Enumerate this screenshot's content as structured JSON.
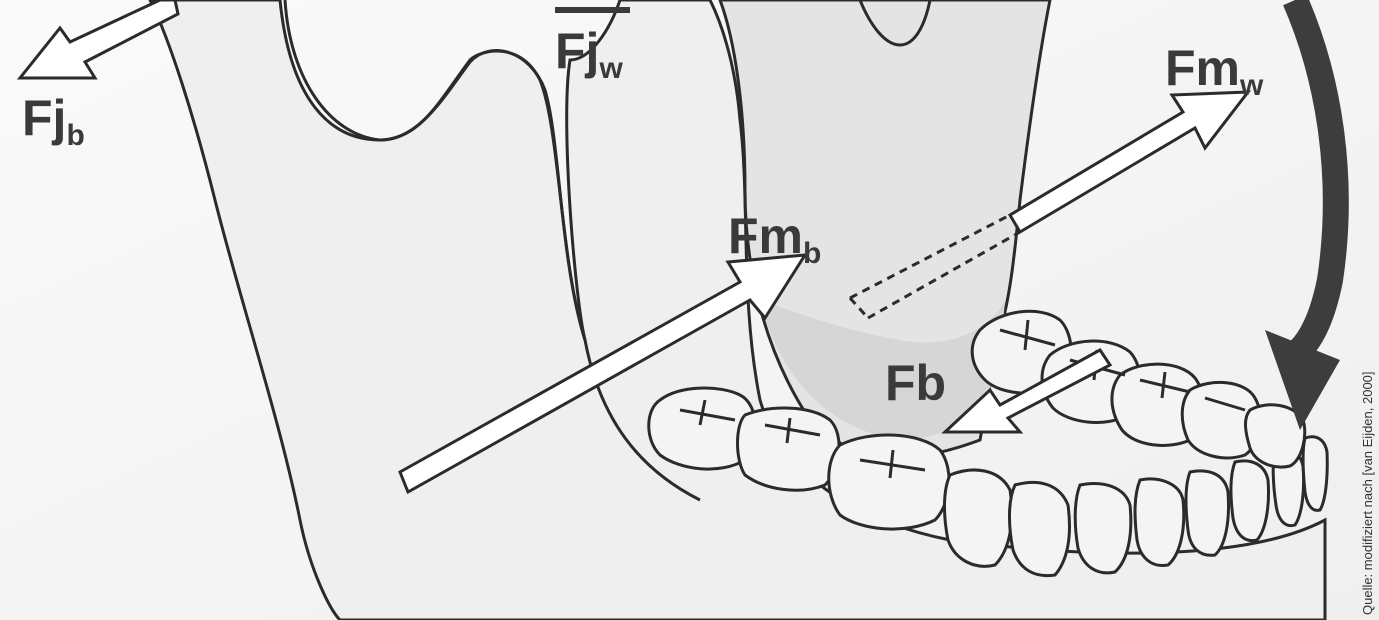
{
  "labels": {
    "fj_w": {
      "main": "Fj",
      "sub": "w"
    },
    "fj_b": {
      "main": "Fj",
      "sub": "b"
    },
    "fm_w": {
      "main": "Fm",
      "sub": "w"
    },
    "fm_b": {
      "main": "Fm",
      "sub": "b"
    },
    "fb": {
      "main": "Fb"
    }
  },
  "credit": "Quelle: modifiziert nach [van Eijden, 2000]",
  "colors": {
    "bone_fill": "#efefef",
    "bone_shadow": "#d8d8d8",
    "outline": "#2b2b2b",
    "rotation_arrow": "#3d3d3d",
    "background": "#f7f7f7"
  }
}
